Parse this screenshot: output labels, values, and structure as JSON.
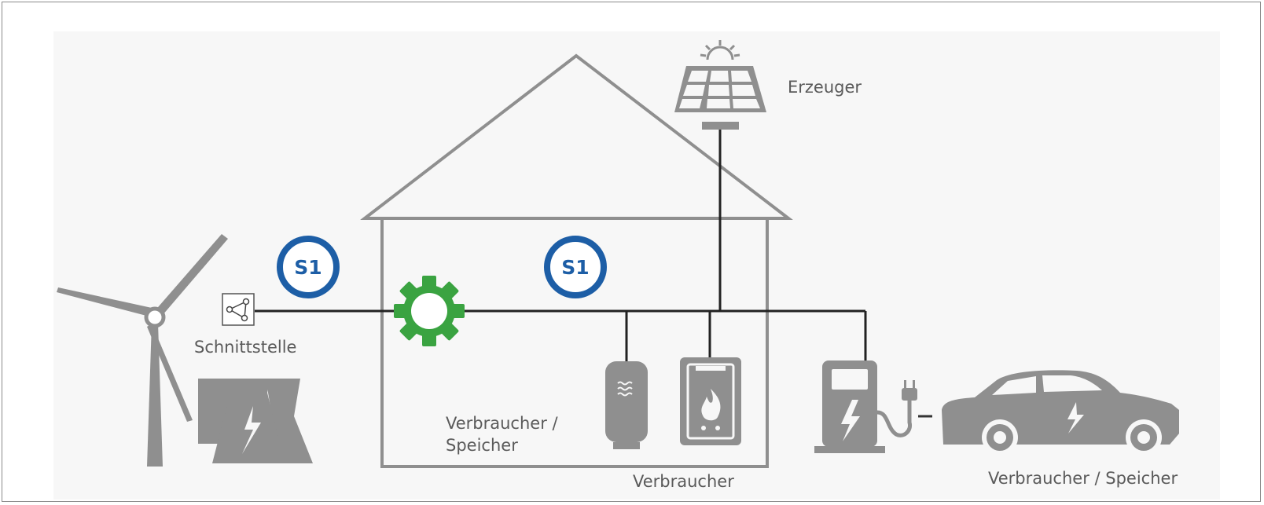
{
  "labels": {
    "producer": "Erzeuger",
    "interface": "Schnittstelle",
    "consumer_storage_left_line1": "Verbraucher /",
    "consumer_storage_left_line2": "Speicher",
    "consumer": "Verbraucher",
    "consumer_storage_right": "Verbraucher / Speicher"
  },
  "badges": [
    {
      "text": "S1"
    },
    {
      "text": "S1"
    }
  ],
  "icons": [
    "wind-turbine-icon",
    "power-plant-icon",
    "network-interface-icon",
    "house-icon",
    "solar-panel-icon",
    "gear-icon",
    "water-storage-tank-icon",
    "heater-icon",
    "charging-station-icon",
    "electric-car-icon"
  ],
  "colors": {
    "line": "#222222",
    "icon_gray": "#8f8f8f",
    "gear_green": "#3aa341",
    "badge_blue": "#1d5ea6",
    "text_gray": "#5a5a5a",
    "panel_bg": "#f7f7f7"
  }
}
